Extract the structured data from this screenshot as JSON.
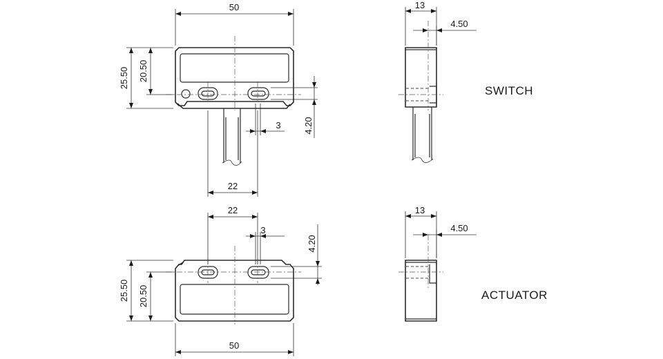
{
  "switch": {
    "label": "SWITCH",
    "front": {
      "width": "50",
      "height_outer": "25.50",
      "height_inner": "20.50",
      "slot_pitch": "22",
      "slot_width": "3",
      "slot_offset": "4.20"
    },
    "side": {
      "depth": "13",
      "offset": "4.50"
    }
  },
  "actuator": {
    "label": "ACTUATOR",
    "front": {
      "width": "50",
      "height_outer": "25.50",
      "height_inner": "20.50",
      "slot_pitch": "22",
      "slot_width": "3",
      "slot_offset": "4.20"
    },
    "side": {
      "depth": "13",
      "offset": "4.50"
    }
  }
}
